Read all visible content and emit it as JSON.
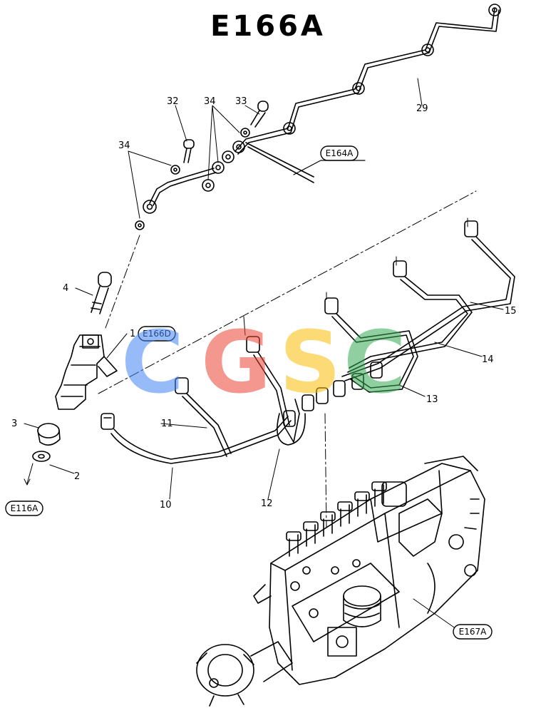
{
  "title": "E166A",
  "part_labels": {
    "p1": "1",
    "p2": "2",
    "p3": "3",
    "p4": "4",
    "p10": "10",
    "p11": "11",
    "p12": "12",
    "p13": "13",
    "p14": "14",
    "p15": "15",
    "p29": "29",
    "p32": "32",
    "p33": "33",
    "p34a": "34",
    "p34b": "34"
  },
  "ref_boxes": {
    "e164a": "E164A",
    "e166d": "E166D",
    "e116a": "E116A",
    "e167a": "E167A"
  },
  "watermark": {
    "letters": [
      "C",
      "G",
      "S",
      "C"
    ],
    "colors": [
      "#4285F4",
      "#EA4335",
      "#FBBC05",
      "#34A853"
    ]
  }
}
